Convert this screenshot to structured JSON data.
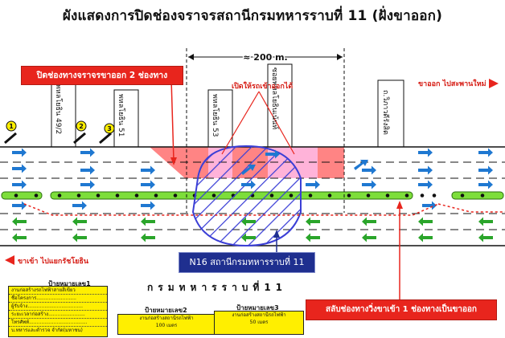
{
  "title": "ผังแสดงการปิดช่องจราจรสถานีกรมทหารราบที่ 11 (ฝั่งขาออก)",
  "distance_label": "≈ 200 m.",
  "callouts": {
    "close_lanes": "ปิดช่องทางจราจรขาออก 2 ช่องทาง",
    "open_entry": "เปิดให้รถเข้าออกได้",
    "swap_lane": "สลับช่องทางวิ่งขาเข้า 1 ช่องทางเป็นขาออก"
  },
  "directions": {
    "outbound": "ขาออก ไปสะพานใหม่",
    "inbound": "ขาเข้า ไปแยกรัชโยธิน"
  },
  "streets": {
    "s1": "พหลโยธิน 49/2",
    "s2": "พหลโยธิน 51",
    "s3": "พหลโยธิน 53",
    "s4": "ซอยพหลโยธินเน้นท์",
    "s5": "ถ.วิภาวดีรังสิต"
  },
  "markers": [
    "1",
    "2",
    "3"
  ],
  "station_box": "N16 สถานีกรมทหารราบที่ 11",
  "station_name": "กรมทหารราบที่11",
  "signs": [
    {
      "label": "ป้ายหมายเลข1",
      "rows": [
        "งานก่อสร้างรถไฟฟ้าสายสีเขียว",
        "ชื่อโครงการ..........................",
        "ผู้รับจ้าง....................................",
        "ระยะเวลาก่อสร้าง........................",
        "โทรศัพท์......................................",
        "บ.ทหารและตำรวจ จำกัด(มหาชน)"
      ]
    },
    {
      "label": "ป้ายหมายเลข2",
      "rows": [
        "งานก่อสร้างสถานีรถไฟฟ้า",
        "100 เมตร"
      ]
    },
    {
      "label": "ป้ายหมายเลข3",
      "rows": [
        "งานก่อสร้างสถานีรถไฟฟ้า",
        "50 เมตร"
      ]
    }
  ],
  "colors": {
    "road": "#ffffff",
    "lane_marking": "#111111",
    "median": "#7dde3a",
    "arrow_outbound": "#1f78d1",
    "arrow_inbound": "#2aa52a",
    "closure": "#ff6f6f",
    "closure_light": "#ffb3d9",
    "station_hatch": "#3b3fd6",
    "callout_red": "#e8251d",
    "callout_blue": "#1f2f8f",
    "sign_yellow": "#ffef00"
  }
}
